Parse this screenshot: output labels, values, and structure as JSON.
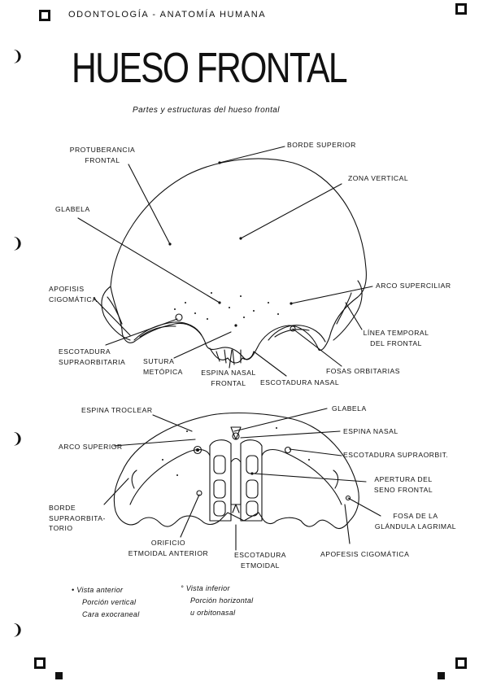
{
  "header": {
    "text": "ODONTOLOGÍA - ANATOMÍA HUMANA"
  },
  "title": "HUESO FRONTAL",
  "subtitle": "Partes y estructuras del hueso frontal",
  "anterior": {
    "labels": {
      "borde_superior": "BORDE SUPERIOR",
      "protuberancia_1": "PROTUBERANCIA",
      "protuberancia_2": "FRONTAL",
      "zona_vertical": "ZONA VERTICAL",
      "glabela": "GLABELA",
      "apofisis_1": "APOFISIS",
      "apofisis_2": "CIGOMÁTICA",
      "arco_superciliar": "ARCO SUPERCILIAR",
      "linea_temporal_1": "LÍNEA TEMPORAL",
      "linea_temporal_2": "DEL FRONTAL",
      "escotadura_supra_1": "ESCOTADURA",
      "escotadura_supra_2": "SUPRAORBITARIA",
      "sutura_1": "SUTURA",
      "sutura_2": "METÓPICA",
      "espina_nasal_1": "ESPINA NASAL",
      "espina_nasal_2": "FRONTAL",
      "escotadura_nasal": "ESCOTADURA NASAL",
      "fosas_orbitarias": "FOSAS ORBITARIAS"
    }
  },
  "inferior": {
    "labels": {
      "espina_troclear": "ESPINA TROCLEAR",
      "glabela": "GLABELA",
      "espina_nasal": "ESPINA NASAL",
      "arco_superior": "ARCO SUPERIOR",
      "escotadura_supraorb": "ESCOTADURA SUPRAORBIT.",
      "apertura_1": "APERTURA DEL",
      "apertura_2": "SENO FRONTAL",
      "borde_1": "BORDE",
      "borde_2": "SUPRAORBITA-",
      "borde_3": "TORIO",
      "fosa_1": "FOSA DE LA",
      "fosa_2": "GLÁNDULA LAGRIMAL",
      "orificio_1": "ORIFICIO",
      "orificio_2": "ETMOIDAL ANTERIOR",
      "escot_etm_1": "ESCOTADURA",
      "escot_etm_2": "ETMOIDAL",
      "apofesis": "APOFESIS CIGOMÁTICA"
    }
  },
  "notes": {
    "left": [
      "Vista anterior",
      "Porción vertical",
      "Cara exocraneal"
    ],
    "right": [
      "Vista inferior",
      "Porción horizontal",
      "u orbitonasal"
    ]
  }
}
